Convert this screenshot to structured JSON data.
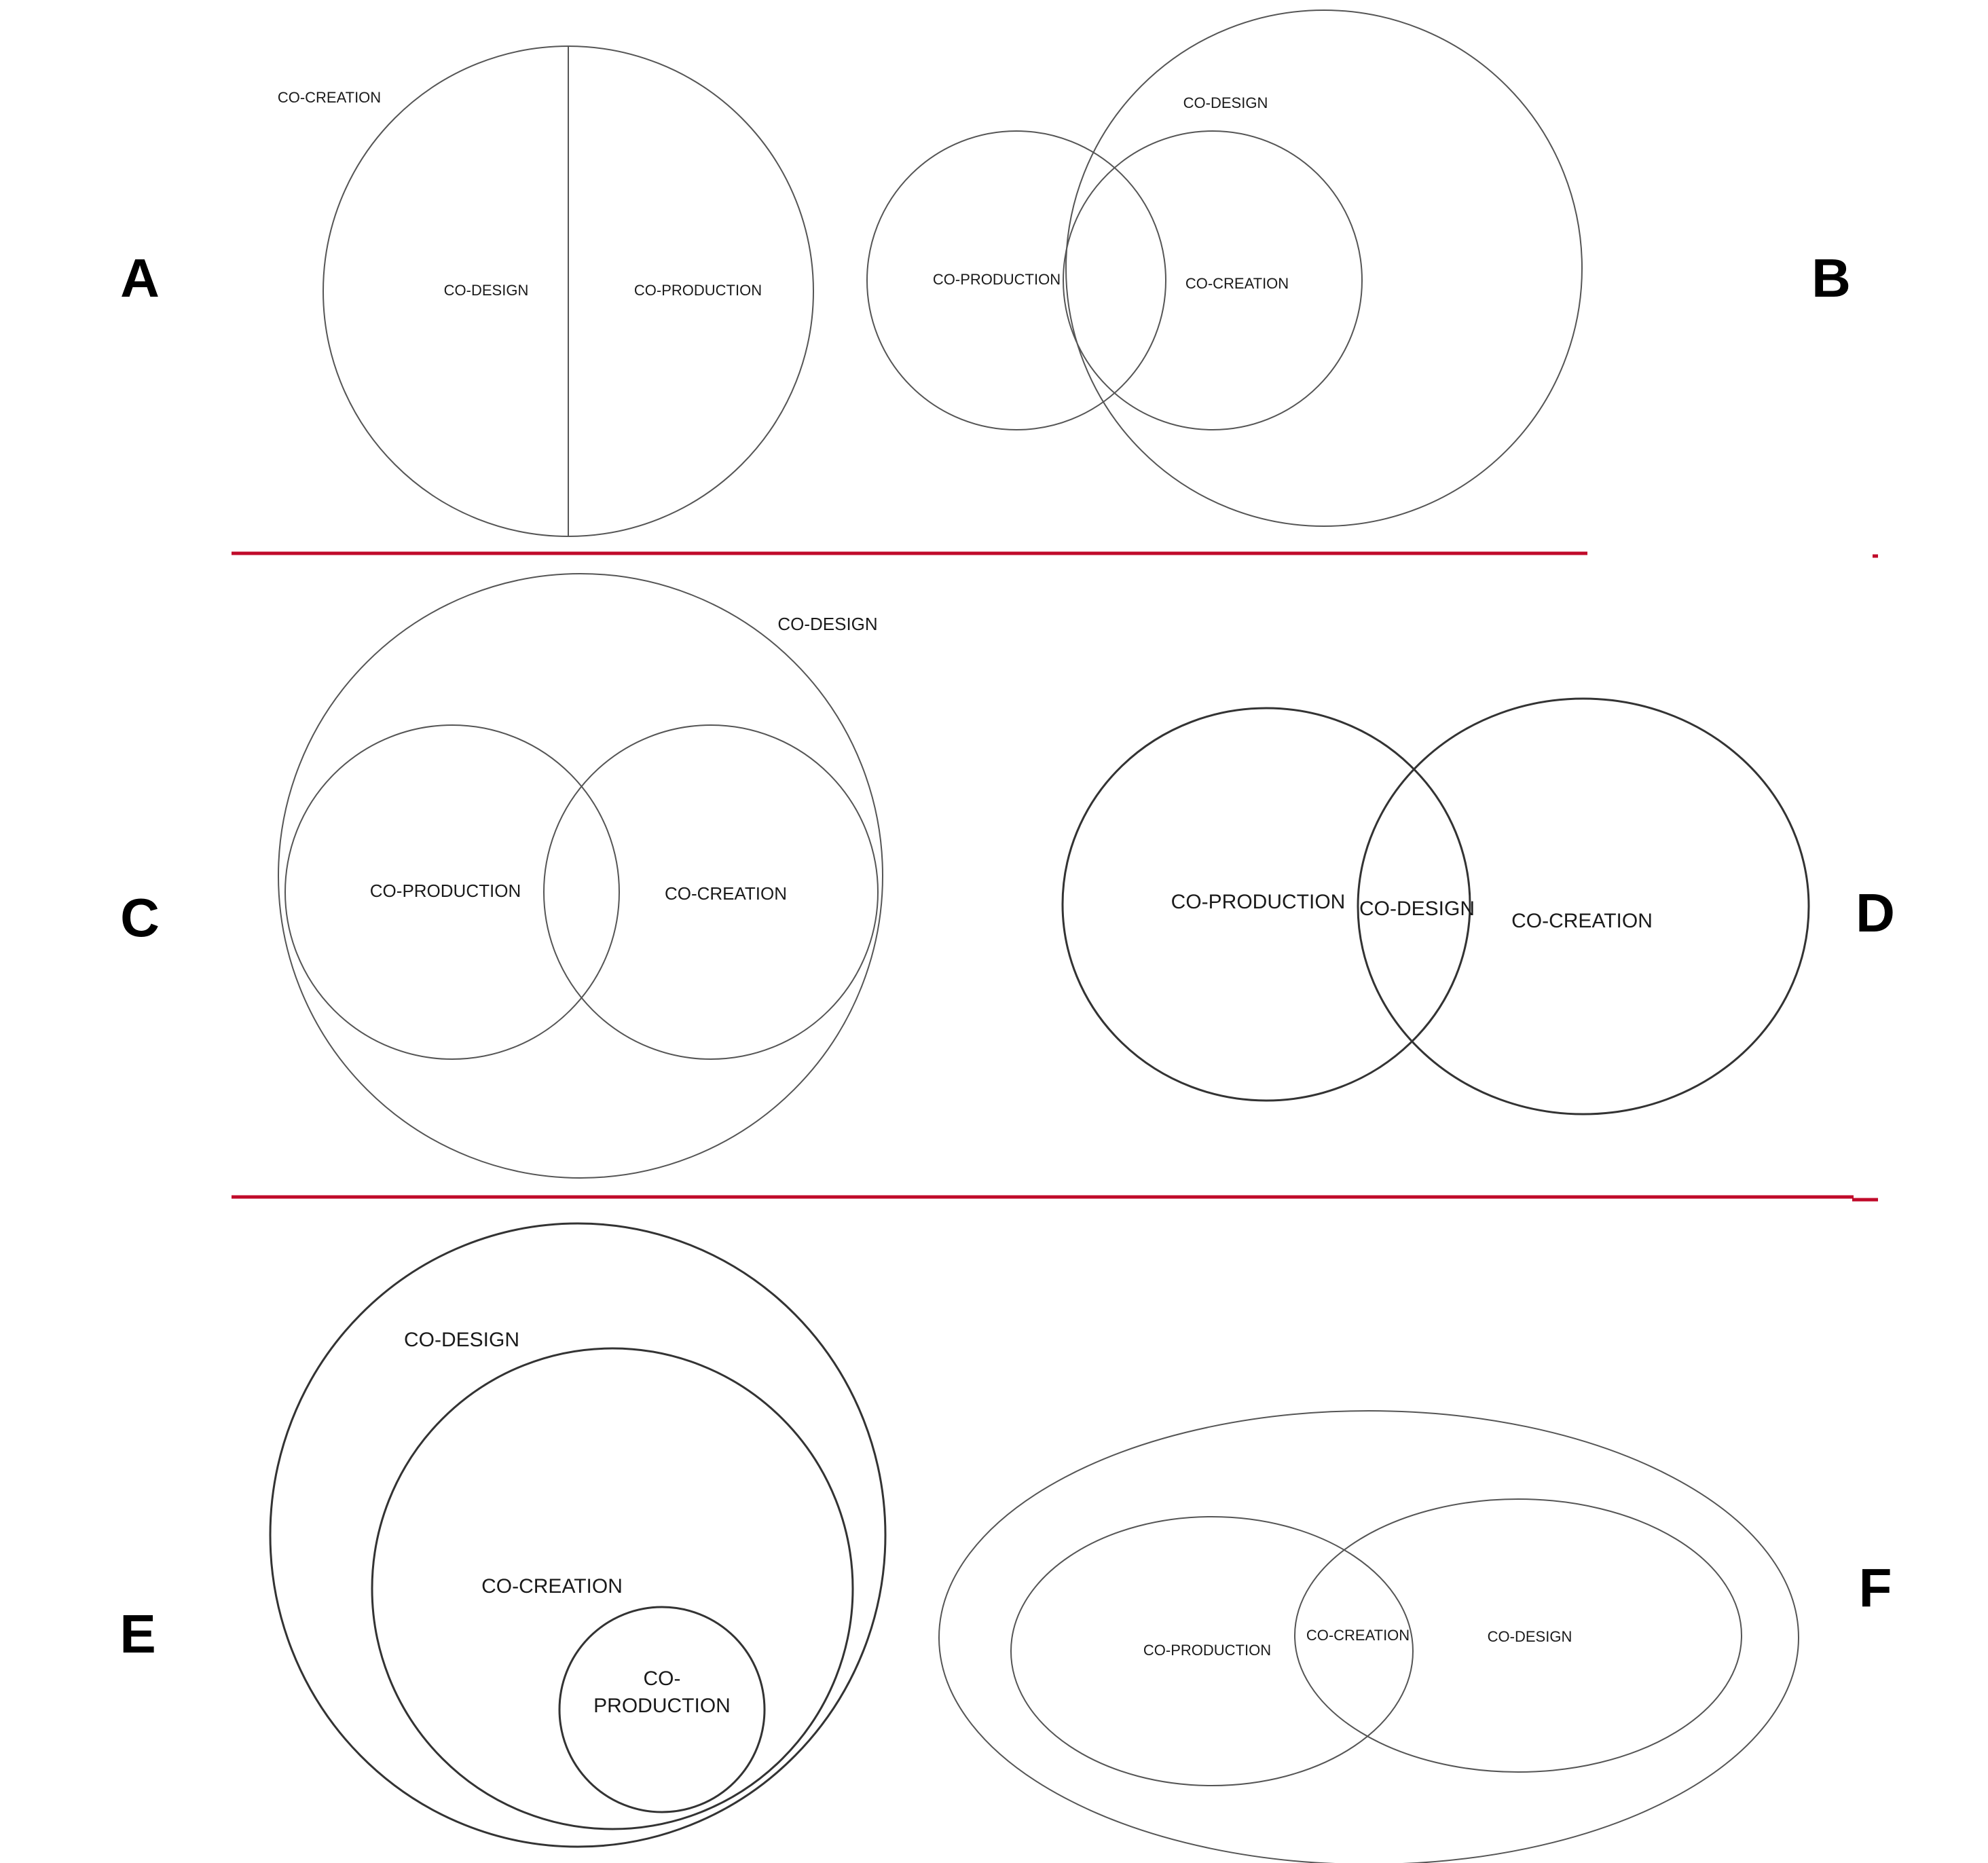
{
  "panels": {
    "a": {
      "letter": "A",
      "outer": "CO-CREATION",
      "left": "CO-DESIGN",
      "right": "CO-PRODUCTION"
    },
    "b": {
      "letter": "B",
      "outer": "CO-DESIGN",
      "left": "CO-PRODUCTION",
      "right": "CO-CREATION"
    },
    "c": {
      "letter": "C",
      "outer": "CO-DESIGN",
      "left": "CO-PRODUCTION",
      "right": "CO-CREATION"
    },
    "d": {
      "letter": "D",
      "left": "CO-PRODUCTION",
      "middle": "CO-DESIGN",
      "right": "CO-CREATION"
    },
    "e": {
      "letter": "E",
      "outer": "CO-DESIGN",
      "middle": "CO-CREATION",
      "inner_line1": "CO-",
      "inner_line2": "PRODUCTION"
    },
    "f": {
      "letter": "F",
      "left": "CO-PRODUCTION",
      "middle": "CO-CREATION",
      "right": "CO-DESIGN"
    }
  },
  "colors": {
    "separator": "#c00a2a",
    "stroke": "#333333",
    "text": "#1a1a1a"
  }
}
